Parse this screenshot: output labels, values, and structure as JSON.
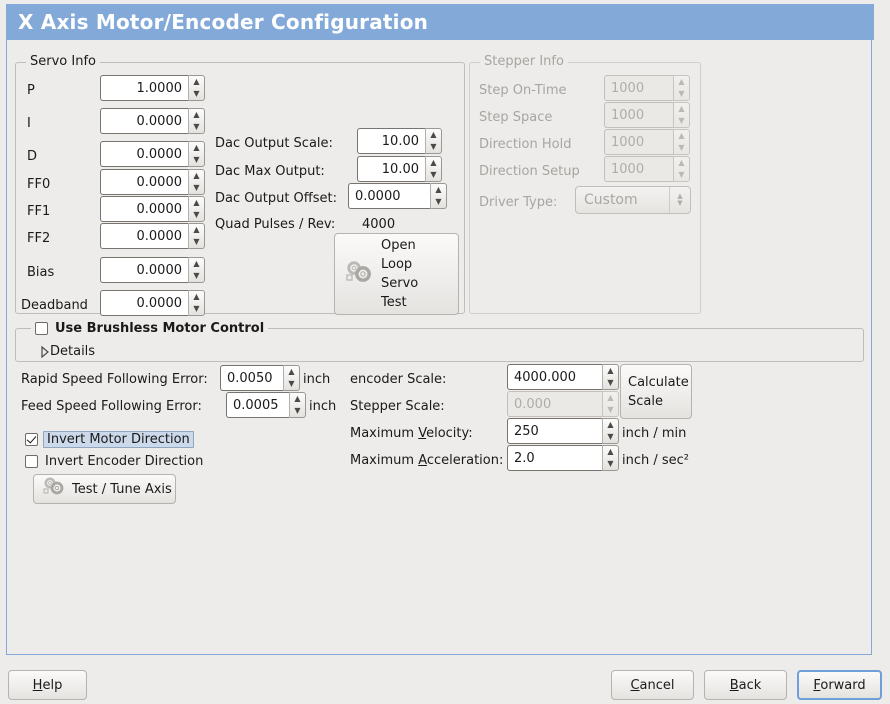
{
  "window": {
    "title": "X Axis Motor/Encoder Configuration",
    "title_bar_color": "#83a9d8",
    "background_color": "#edecea"
  },
  "servo_info": {
    "group_title": "Servo Info",
    "fields": [
      {
        "label": "P",
        "value": "1.0000"
      },
      {
        "label": "I",
        "value": "0.0000"
      },
      {
        "label": "D",
        "value": "0.0000"
      },
      {
        "label": "FF0",
        "value": "0.0000"
      },
      {
        "label": "FF1",
        "value": "0.0000"
      },
      {
        "label": "FF2",
        "value": "0.0000"
      },
      {
        "label": "Bias",
        "value": "0.0000"
      },
      {
        "label": "Deadband",
        "value": "0.0000"
      }
    ],
    "dac": [
      {
        "label": "Dac Output Scale:",
        "value": "10.00"
      },
      {
        "label": "Dac Max Output:",
        "value": "10.00"
      },
      {
        "label": "Dac Output Offset:",
        "value": "0.0000"
      }
    ],
    "quad_pulses_label": "Quad Pulses / Rev:",
    "quad_pulses_value": "4000",
    "open_loop_button": "Open\nLoop\nServo\nTest"
  },
  "stepper_info": {
    "group_title": "Stepper Info",
    "disabled": true,
    "fields": [
      {
        "label": "Step On-Time",
        "value": "1000"
      },
      {
        "label": "Step Space",
        "value": "1000"
      },
      {
        "label": "Direction Hold",
        "value": "1000"
      },
      {
        "label": "Direction Setup",
        "value": "1000"
      }
    ],
    "driver_type_label": "Driver Type:",
    "driver_type_value": "Custom"
  },
  "brushless": {
    "checkbox_label": "Use Brushless Motor Control",
    "checked": false,
    "details_label": "Details",
    "expanded": false
  },
  "tuning": {
    "rapid_following_error_label": "Rapid Speed Following Error:",
    "rapid_following_error_value": "0.0050",
    "rapid_following_error_units": "inch",
    "feed_following_error_label": "Feed Speed Following Error:",
    "feed_following_error_value": "0.0005",
    "feed_following_error_units": "inch",
    "invert_motor_label": "Invert Motor Direction",
    "invert_motor_checked": true,
    "invert_encoder_label": "Invert Encoder Direction",
    "invert_encoder_checked": false,
    "test_tune_button": "Test / Tune Axis"
  },
  "scales": {
    "encoder_scale_label": "encoder Scale:",
    "encoder_scale_value": "4000.000",
    "stepper_scale_label": "Stepper Scale:",
    "stepper_scale_value": "0.000",
    "stepper_scale_disabled": true,
    "calculate_button": "Calculate\nScale",
    "max_velocity_label_pre": "Maximum ",
    "max_velocity_label_key": "V",
    "max_velocity_label_post": "elocity:",
    "max_velocity_value": "250",
    "max_velocity_units": "inch / min",
    "max_accel_label_pre": "Maximum ",
    "max_accel_label_key": "A",
    "max_accel_label_post": "cceleration:",
    "max_accel_value": "2.0",
    "max_accel_units": "inch / sec²"
  },
  "footer": {
    "help_pre": "",
    "help_key": "H",
    "help_post": "elp",
    "cancel_pre": "",
    "cancel_key": "C",
    "cancel_post": "ancel",
    "back_pre": "",
    "back_key": "B",
    "back_post": "ack",
    "forward_pre": "",
    "forward_key": "F",
    "forward_post": "orward",
    "focused_button": "Forward"
  }
}
